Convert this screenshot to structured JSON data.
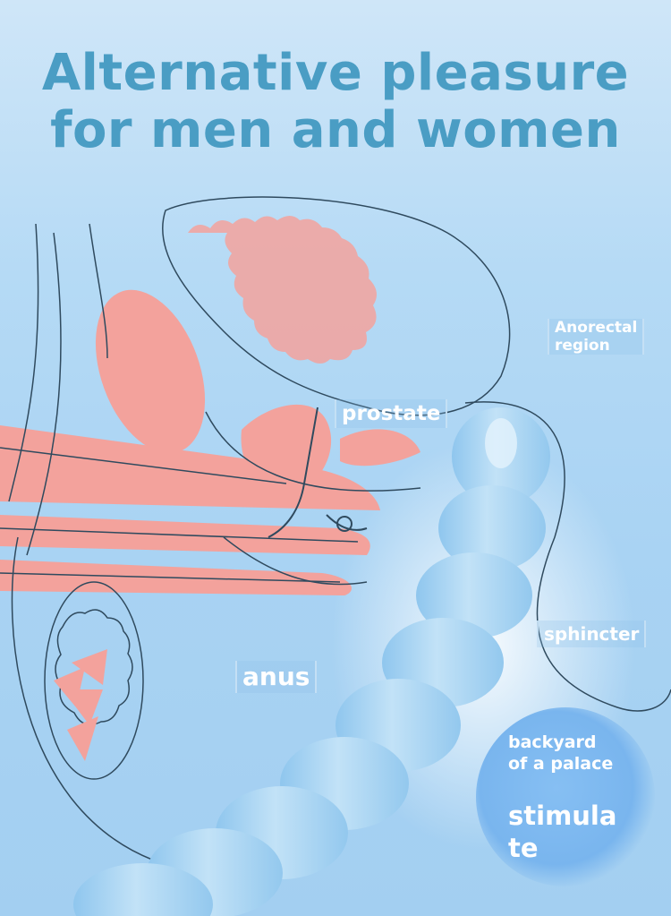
{
  "title": {
    "line1": "Alternative pleasure",
    "line2": "for men and women"
  },
  "labels": {
    "anorectal_line1": "Anorectal",
    "anorectal_line2": "region",
    "prostate": "prostate",
    "sphincter": "sphincter",
    "anus": "anus",
    "backyard_line1": "backyard",
    "backyard_line2": "of a palace",
    "stimulate_line1": "stimula",
    "stimulate_line2": "te"
  },
  "colors": {
    "title": "#4a9dc4",
    "organ": "#f3a29c",
    "outline": "#2f4a5e",
    "product": "#a7d4f2"
  }
}
